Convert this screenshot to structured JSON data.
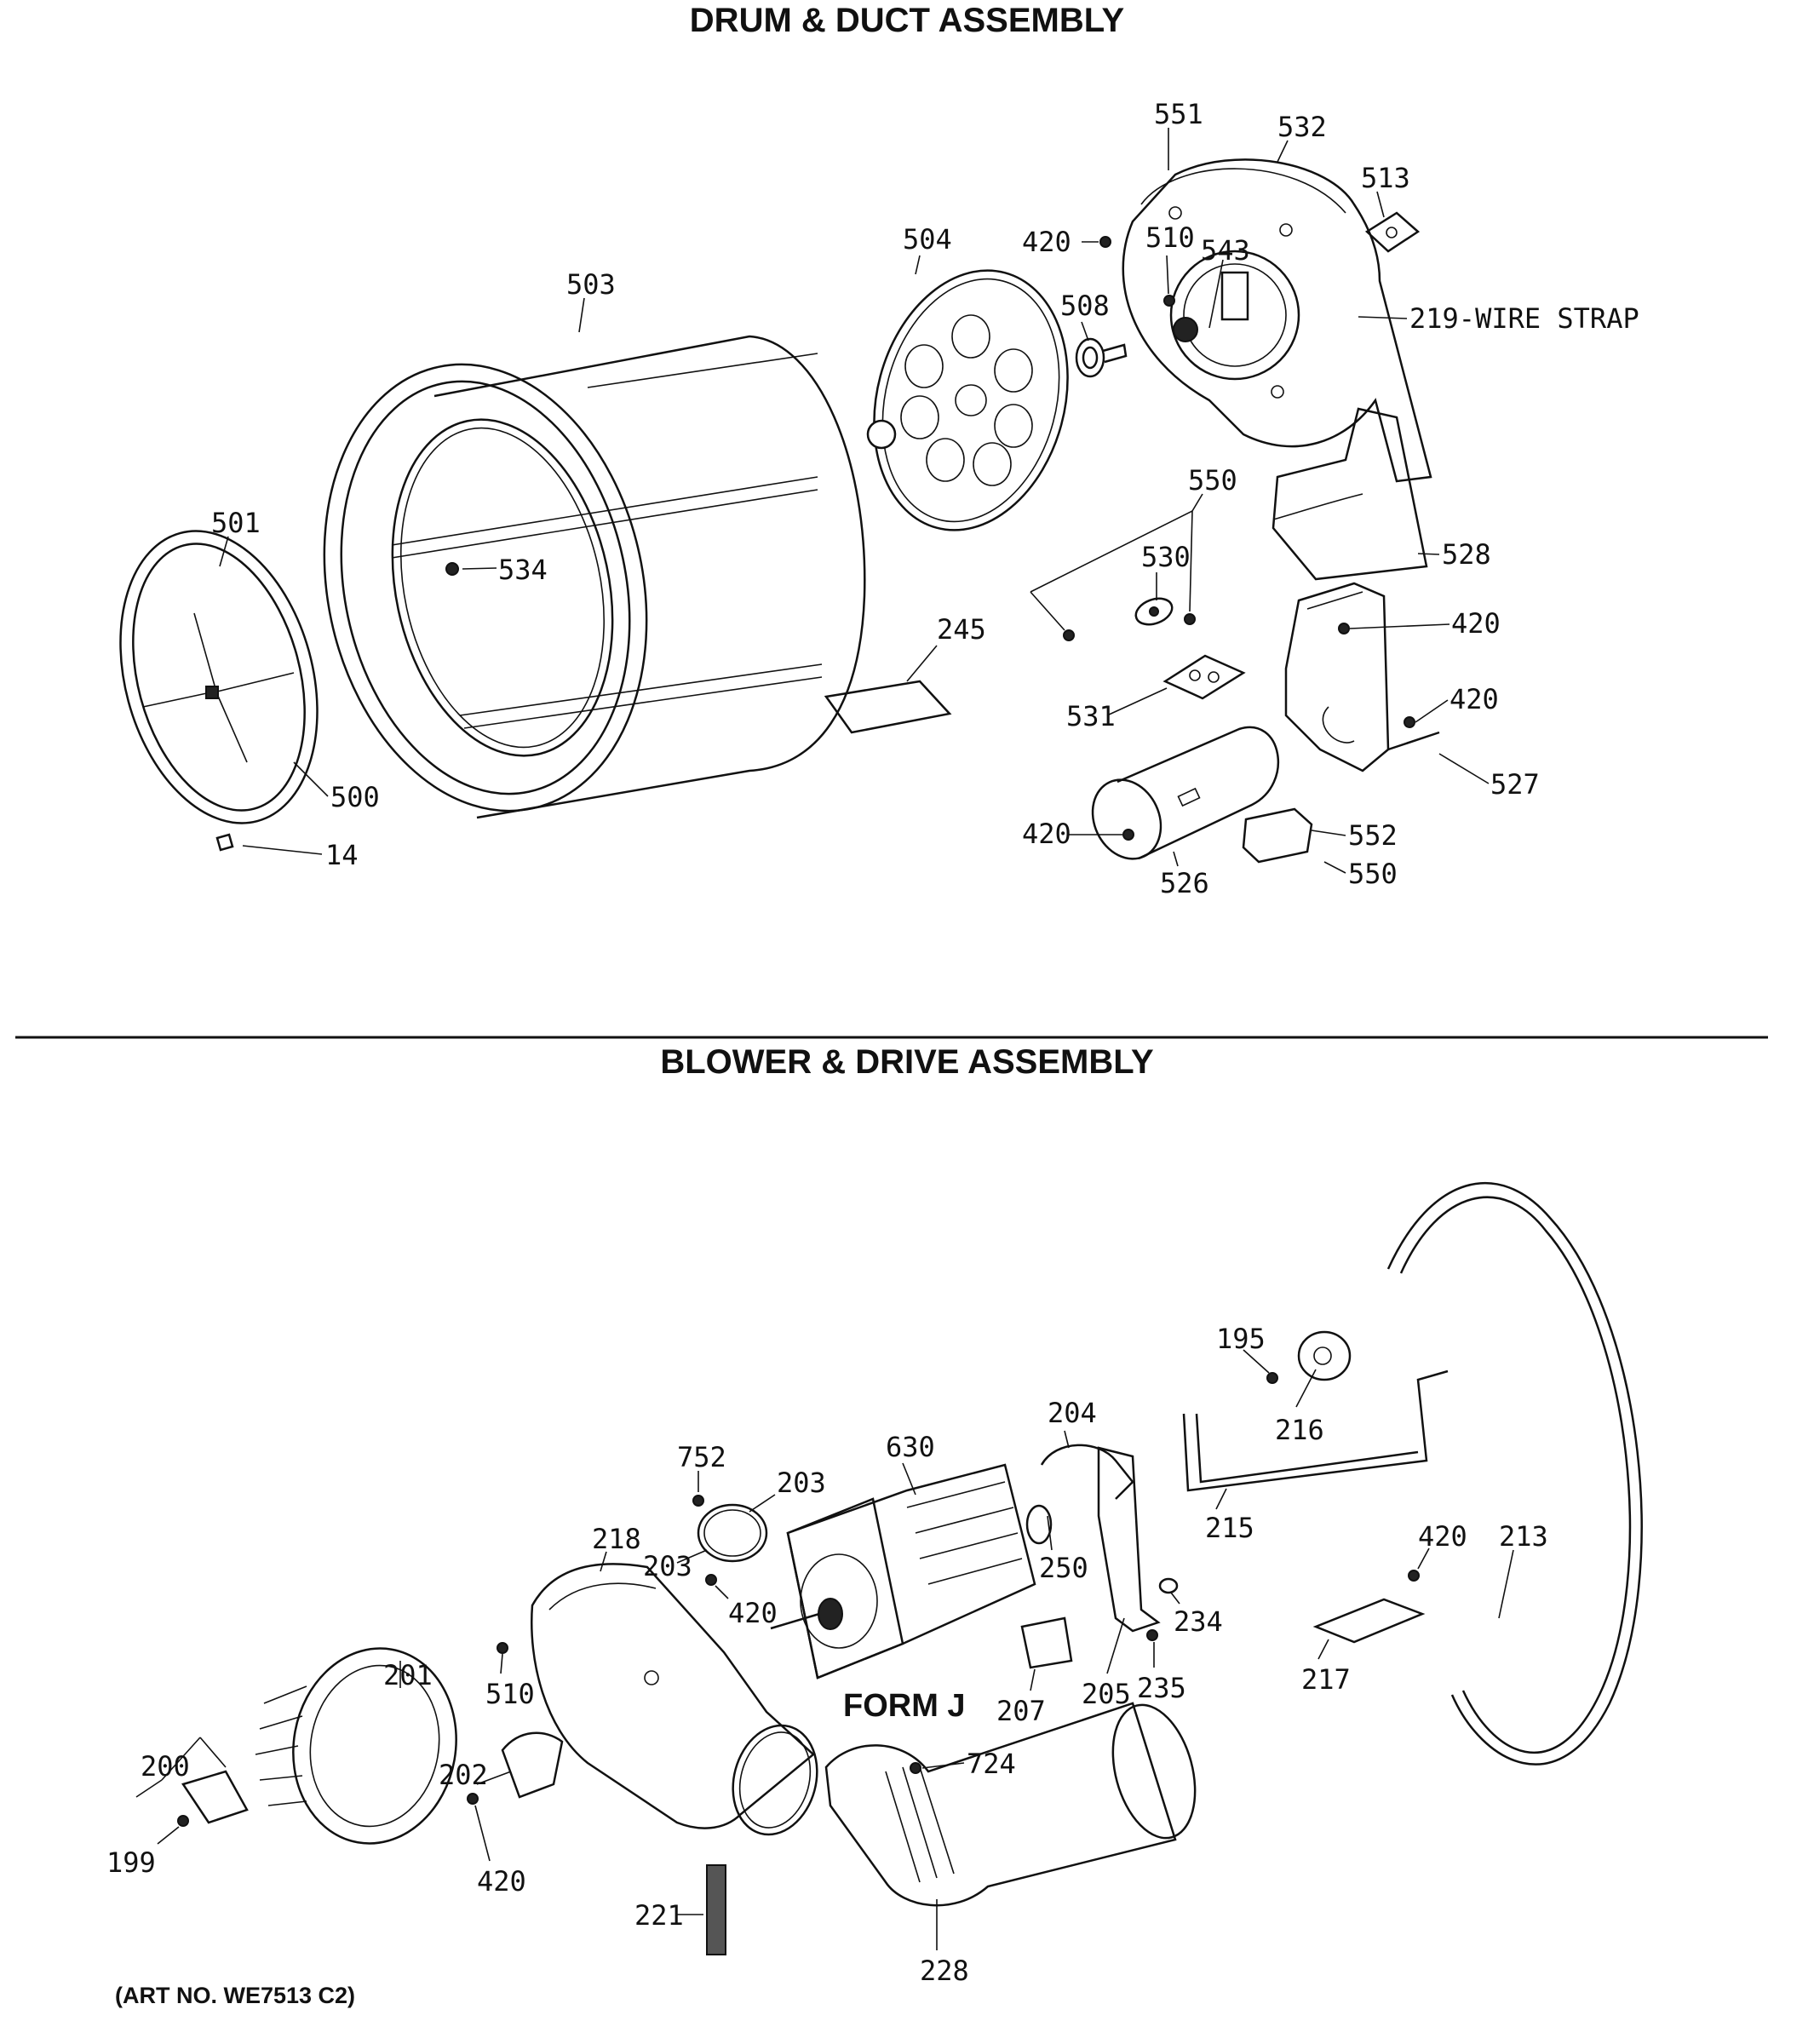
{
  "sections": {
    "drum_title": "DRUM & DUCT ASSEMBLY",
    "blower_title": "BLOWER & DRIVE ASSEMBLY"
  },
  "footer": {
    "art_no": "(ART NO. WE7513 C2)"
  },
  "drum_callouts": {
    "c551": "551",
    "c532": "532",
    "c513": "513",
    "c420a": "420",
    "c510": "510",
    "c543": "543",
    "c219": "219-WIRE STRAP",
    "c504": "504",
    "c508": "508",
    "c503": "503",
    "c501": "501",
    "c534": "534",
    "c550a": "550",
    "c530": "530",
    "c528": "528",
    "c245": "245",
    "c420b": "420",
    "c420c": "420",
    "c531": "531",
    "c527": "527",
    "c500": "500",
    "c14": "14",
    "c420d": "420",
    "c552": "552",
    "c550b": "550",
    "c526": "526"
  },
  "blower_callouts": {
    "c195": "195",
    "c216": "216",
    "c204": "204",
    "c630": "630",
    "c752": "752",
    "c203a": "203",
    "c203b": "203",
    "c420a": "420",
    "c218": "218",
    "c250": "250",
    "c215": "215",
    "c420b": "420",
    "c213": "213",
    "c234": "234",
    "c201": "201",
    "c510": "510",
    "form_j": "FORM J",
    "c207": "207",
    "c205": "205",
    "c235": "235",
    "c217": "217",
    "c724": "724",
    "c200": "200",
    "c202": "202",
    "c199": "199",
    "c420c": "420",
    "c221": "221",
    "c228": "228"
  }
}
